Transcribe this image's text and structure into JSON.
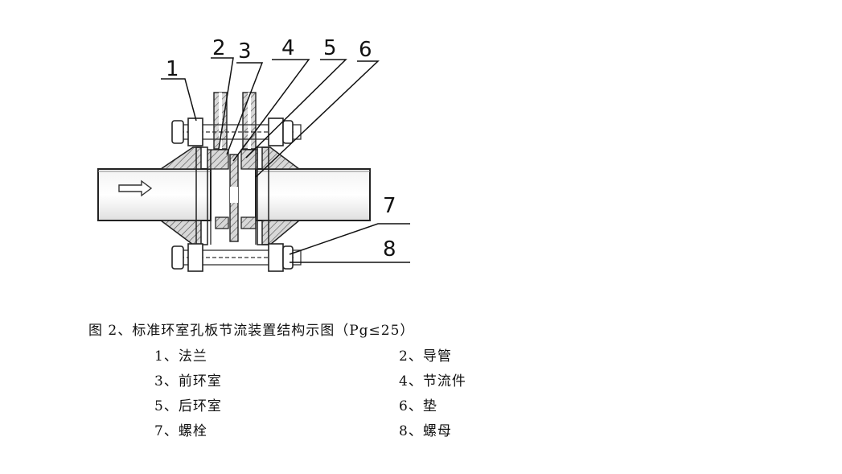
{
  "callouts": [
    "1",
    "2",
    "3",
    "4",
    "5",
    "6",
    "7",
    "8"
  ],
  "caption": "图 2、标准环室孔板节流装置结构示图（Pg≤25）",
  "legend": [
    {
      "number": "1",
      "label": "法兰"
    },
    {
      "number": "2",
      "label": "导管"
    },
    {
      "number": "3",
      "label": "前环室"
    },
    {
      "number": "4",
      "label": "节流件"
    },
    {
      "number": "5",
      "label": "后环室"
    },
    {
      "number": "6",
      "label": "垫"
    },
    {
      "number": "7",
      "label": "螺栓"
    },
    {
      "number": "8",
      "label": "螺母"
    }
  ],
  "legend_separator": "、"
}
